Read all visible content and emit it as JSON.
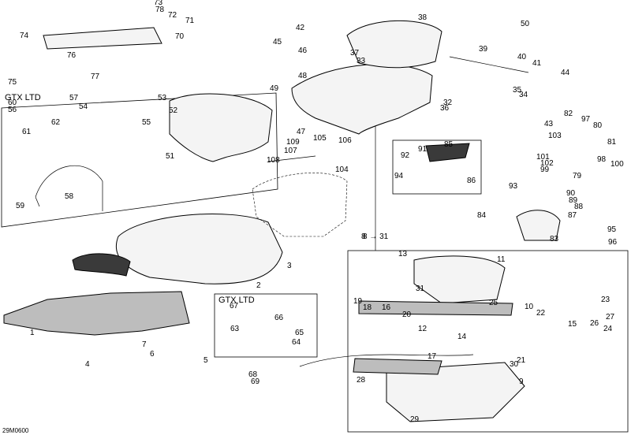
{
  "figure_code": "29M0600",
  "box_titles": [
    "GTX LTD",
    "GTX LTD"
  ],
  "cross_reference": "8 → 31",
  "callouts": [
    "1",
    "2",
    "3",
    "4",
    "5",
    "6",
    "7",
    "8",
    "9",
    "10",
    "11",
    "12",
    "13",
    "14",
    "15",
    "16",
    "17",
    "18",
    "19",
    "20",
    "21",
    "22",
    "23",
    "24",
    "25",
    "26",
    "27",
    "28",
    "29",
    "30",
    "31",
    "32",
    "33",
    "34",
    "35",
    "36",
    "37",
    "38",
    "39",
    "40",
    "41",
    "42",
    "43",
    "44",
    "45",
    "46",
    "47",
    "48",
    "49",
    "50",
    "51",
    "52",
    "53",
    "54",
    "55",
    "56",
    "57",
    "58",
    "59",
    "60",
    "61",
    "62",
    "63",
    "64",
    "65",
    "66",
    "67",
    "68",
    "69",
    "70",
    "71",
    "72",
    "73",
    "74",
    "75",
    "76",
    "77",
    "78",
    "79",
    "80",
    "81",
    "82",
    "83",
    "84",
    "85",
    "86",
    "87",
    "88",
    "89",
    "90",
    "91",
    "92",
    "93",
    "94",
    "95",
    "96",
    "97",
    "98",
    "99",
    "100",
    "101",
    "102",
    "103",
    "104",
    "105",
    "106",
    "107",
    "108",
    "109"
  ]
}
